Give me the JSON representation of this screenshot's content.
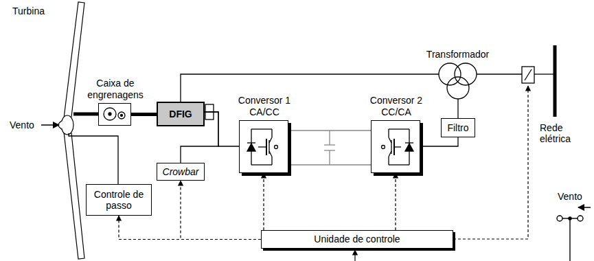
{
  "diagram": {
    "nodes": [
      {
        "text": [
          "Caixa de engrenagens"
        ]
      },
      {
        "text": [
          "DFIG"
        ]
      },
      {
        "text": [
          "Conversor 1 CA/CC"
        ]
      },
      {
        "text": [
          "Conversor 2 CC/CA"
        ]
      },
      {
        "text": [
          "Transformador"
        ]
      },
      {
        "text": [
          "Crowbar"
        ]
      },
      {
        "text": [
          "Filtro"
        ]
      },
      {
        "text": [
          "Controle de passo"
        ]
      },
      {
        "text": [
          "Unidade de controle"
        ]
      }
    ],
    "edges": [
      {
        "from": 0,
        "to": 1,
        "arrow": "none"
      },
      {
        "from": 1,
        "to": 4,
        "arrow": "none"
      },
      {
        "from": 1,
        "to": 2,
        "arrow": "none"
      },
      {
        "from": 1,
        "to": 5,
        "arrow": "none"
      },
      {
        "from": 2,
        "to": 3,
        "arrow": "none"
      },
      {
        "from": 3,
        "to": 6,
        "arrow": "none"
      },
      {
        "from": 6,
        "to": 4,
        "arrow": "none"
      },
      {
        "from": 8,
        "to": 7,
        "arrow": "to"
      },
      {
        "from": 8,
        "to": 5,
        "arrow": "to"
      },
      {
        "from": 8,
        "to": 2,
        "arrow": "to"
      },
      {
        "from": 8,
        "to": 3,
        "arrow": "to"
      }
    ],
    "labels": [
      "Turbina",
      "Vento",
      "Rede elétrica",
      "Vento"
    ]
  }
}
